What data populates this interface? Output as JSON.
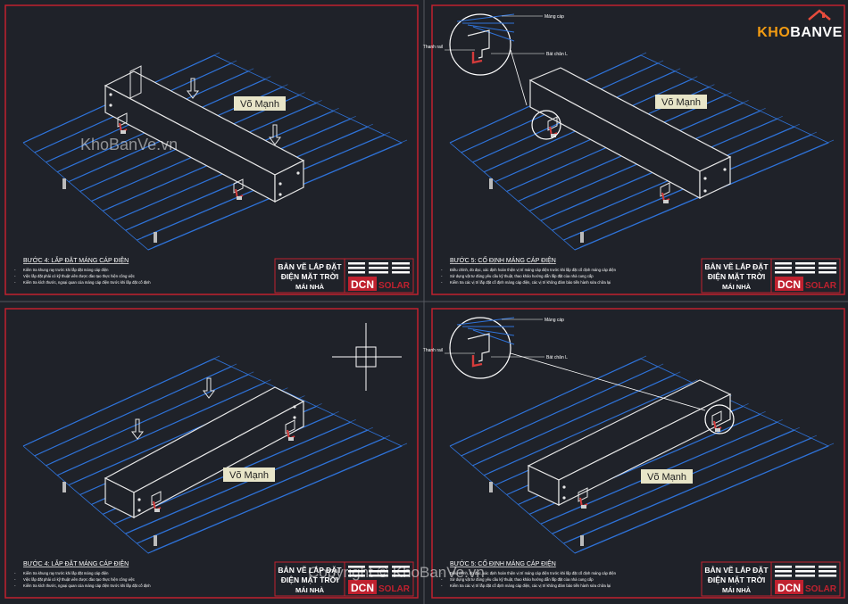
{
  "brand": {
    "logo_text": "KHOBANVE",
    "logo_colors": {
      "kho": "#f39c12",
      "banve": "#ffffff",
      "roof": "#e74c3c"
    },
    "watermark": "KhoBanVe.vn",
    "copyright": "Copyright © KhoBanVe.vn"
  },
  "colors": {
    "background": "#1f2229",
    "frame_border": "#c0212f",
    "roof_lines": "#2f73d9",
    "drawing": "#e6e6e6",
    "bracket": "#d43b3b",
    "label_bg": "#e8e5c8"
  },
  "panels": [
    {
      "step_title": "BƯỚC 4: LẮP ĐẶT MÁNG CÁP ĐIỆN",
      "notes": [
        "Kiểm tra khung ray trước khi lắp đặt máng cáp điện",
        "Việc lắp đặt phải có kỹ thuật viên được đào tạo thực hiện công việc",
        "Kiểm tra kích thước, ngoại quan của máng cáp điện trước khi lắp đặt cố định"
      ],
      "author_tag": "Võ Mạnh",
      "detail_labels": null
    },
    {
      "step_title": "BƯỚC 5: CỐ ĐỊNH MÁNG CÁP ĐIỆN",
      "notes": [
        "Điều chỉnh, đo đạc, xác định hoàn thiện vị trí máng cáp điện trước khi lắp đặt cố định máng cáp điện",
        "Sử dụng vật tư đúng yêu cầu kỹ thuật, thao khảo hướng dẫn lắp đặt của nhà cung cấp",
        "Kiểm tra các vị trí lắp đặt cố định máng cáp điện, các vị trí không đảm bảo tiến hành sửa chữa lại"
      ],
      "author_tag": "Võ Mạnh",
      "detail_labels": {
        "top": "Máng cáp",
        "left": "Thanh rail",
        "right": "Bát chân L"
      }
    },
    {
      "step_title": "BƯỚC 4: LẮP ĐẶT MÁNG CÁP ĐIỆN",
      "notes": [
        "Kiểm tra khung ray trước khi lắp đặt máng cáp điện",
        "Việc lắp đặt phải có kỹ thuật viên được đào tạo thực hiện công việc",
        "Kiểm tra kích thước, ngoại quan của máng cáp điện trước khi lắp đặt cố định"
      ],
      "author_tag": "Võ Mạnh",
      "detail_labels": null
    },
    {
      "step_title": "BƯỚC 5: CỐ ĐỊNH MÁNG CÁP ĐIỆN",
      "notes": [
        "Điều chỉnh, đo đạc, xác định hoàn thiện vị trí máng cáp điện trước khi lắp đặt cố định máng cáp điện",
        "Sử dụng vật tư đúng yêu cầu kỹ thuật, thao khảo hướng dẫn lắp đặt của nhà cung cấp",
        "Kiểm tra các vị trí lắp đặt cố định máng cáp điện, các vị trí không đảm bảo tiến hành sửa chữa lại"
      ],
      "author_tag": "Võ Mạnh",
      "detail_labels": {
        "top": "Máng cáp",
        "left": "Thanh rail",
        "right": "Bát chân L"
      }
    }
  ],
  "title_block": {
    "title_lines": [
      "BẢN VẼ LẮP ĐẶT",
      "ĐIỆN MẶT TRỜI",
      "MÁI NHÀ"
    ],
    "company_mark": "DCN",
    "company_word": "SOLAR"
  }
}
